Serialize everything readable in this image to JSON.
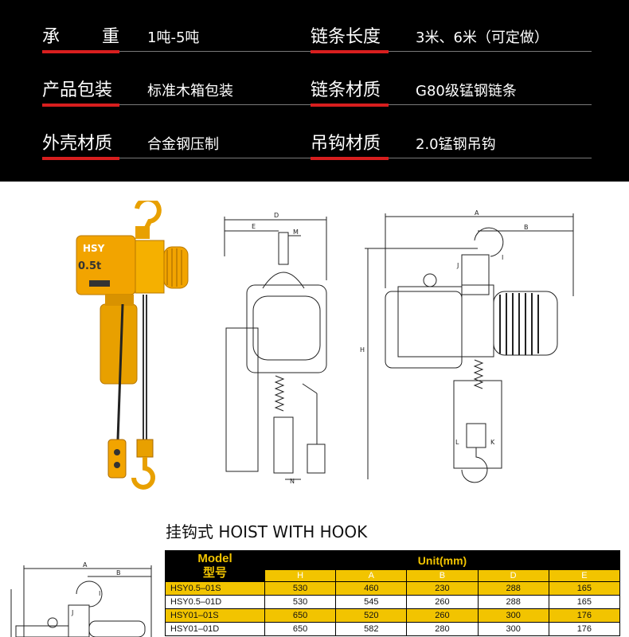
{
  "specs": {
    "rows": [
      {
        "left": {
          "label_chars": [
            "承",
            "重"
          ],
          "value": "1吨-5吨"
        },
        "right": {
          "label": "链条长度",
          "value": "3米、6米（可定做）"
        }
      },
      {
        "left": {
          "label": "产品包装",
          "value": "标准木箱包装"
        },
        "right": {
          "label": "链条材质",
          "value": "G80级锰钢链条"
        }
      },
      {
        "left": {
          "label": "外壳材质",
          "value": "合金钢压制"
        },
        "right": {
          "label": "吊钩材质",
          "value": "2.0锰钢吊钩"
        }
      }
    ]
  },
  "photo": {
    "brand": "HSY",
    "capacity_mark": "0.5t"
  },
  "drawings": {
    "side_labels": [
      "D",
      "E",
      "M",
      "N"
    ],
    "front_labels": [
      "A",
      "B",
      "H",
      "I",
      "J",
      "K",
      "L"
    ]
  },
  "heading": "挂钩式 HOIST WITH HOOK",
  "table": {
    "model_header_en": "Model",
    "model_header_cn": "型号",
    "unit_header": "Unit(mm)",
    "columns": [
      "H",
      "A",
      "B",
      "D",
      "E"
    ],
    "rows": [
      {
        "model": "HSY0.5–01S",
        "values": [
          "530",
          "460",
          "230",
          "288",
          "165"
        ]
      },
      {
        "model": "HSY0.5–01D",
        "values": [
          "530",
          "545",
          "260",
          "288",
          "165"
        ]
      },
      {
        "model": "HSY01–01S",
        "values": [
          "650",
          "520",
          "260",
          "300",
          "176"
        ]
      },
      {
        "model": "HSY01–01D",
        "values": [
          "650",
          "582",
          "280",
          "300",
          "176"
        ]
      }
    ]
  },
  "mini_drawing": {
    "labels": [
      "A",
      "B",
      "J",
      "I"
    ]
  },
  "colors": {
    "panel_bg": "#000000",
    "accent_red": "#d81e1e",
    "hoist_yellow": "#f2a400",
    "table_yellow": "#f2c400"
  }
}
